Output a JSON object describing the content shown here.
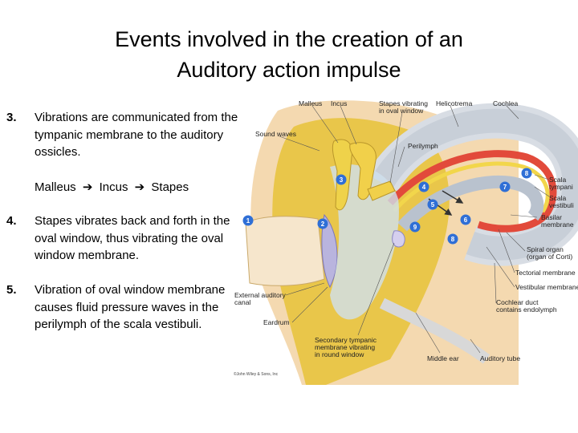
{
  "title_line1": "Events involved in the creation of an",
  "title_line2": "Auditory action impulse",
  "steps": [
    {
      "number": "3.",
      "text": "Vibrations are communicated from the tympanic membrane to the auditory ossicles."
    },
    {
      "number": "4.",
      "text": "Stapes vibrates back and forth in the oval window, thus vibrating the oval window membrane."
    },
    {
      "number": "5.",
      "text": "Vibration of oval window membrane causes fluid pressure waves in the perilymph of the scala vestibuli."
    }
  ],
  "ossicles": {
    "first": "Malleus",
    "second": "Incus",
    "third": "Stapes"
  },
  "figure": {
    "labels": {
      "malleus": "Malleus",
      "incus": "Incus",
      "stapes_line1": "Stapes vibrating",
      "stapes_line2": "in oval window",
      "helicotrema": "Helicotrema",
      "cochlea": "Cochlea",
      "sound_waves": "Sound waves",
      "perilymph": "Perilymph",
      "scala_tympani_1": "Scala",
      "scala_tympani_2": "tympani",
      "scala_vestibuli_1": "Scala",
      "scala_vestibuli_2": "vestibuli",
      "basilar_1": "Basilar",
      "basilar_2": "membrane",
      "spiral_1": "Spiral organ",
      "spiral_2": "(organ of Corti)",
      "tectorial": "Tectorial membrane",
      "vestibular": "Vestibular membrane",
      "ext_canal_1": "External auditory",
      "ext_canal_2": "canal",
      "eardrum": "Eardrum",
      "cochlear_duct_1": "Cochlear duct",
      "cochlear_duct_2": "contains endolymph",
      "secondary_1": "Secondary tympanic",
      "secondary_2": "membrane vibrating",
      "secondary_3": "in round window",
      "middle_ear": "Middle ear",
      "auditory_tube": "Auditory tube",
      "copyright": "©John Wiley & Sons, Inc"
    },
    "badges": [
      "1",
      "2",
      "3",
      "4",
      "5",
      "6",
      "7",
      "8",
      "9"
    ],
    "colors": {
      "bone": "#e9c64a",
      "skin": "#f4d9b0",
      "badge": "#2f6fd6",
      "scala_vestibuli": "#c8cfd8",
      "cochlear_duct": "#e24a3b",
      "basilar": "#f2d64b"
    }
  }
}
